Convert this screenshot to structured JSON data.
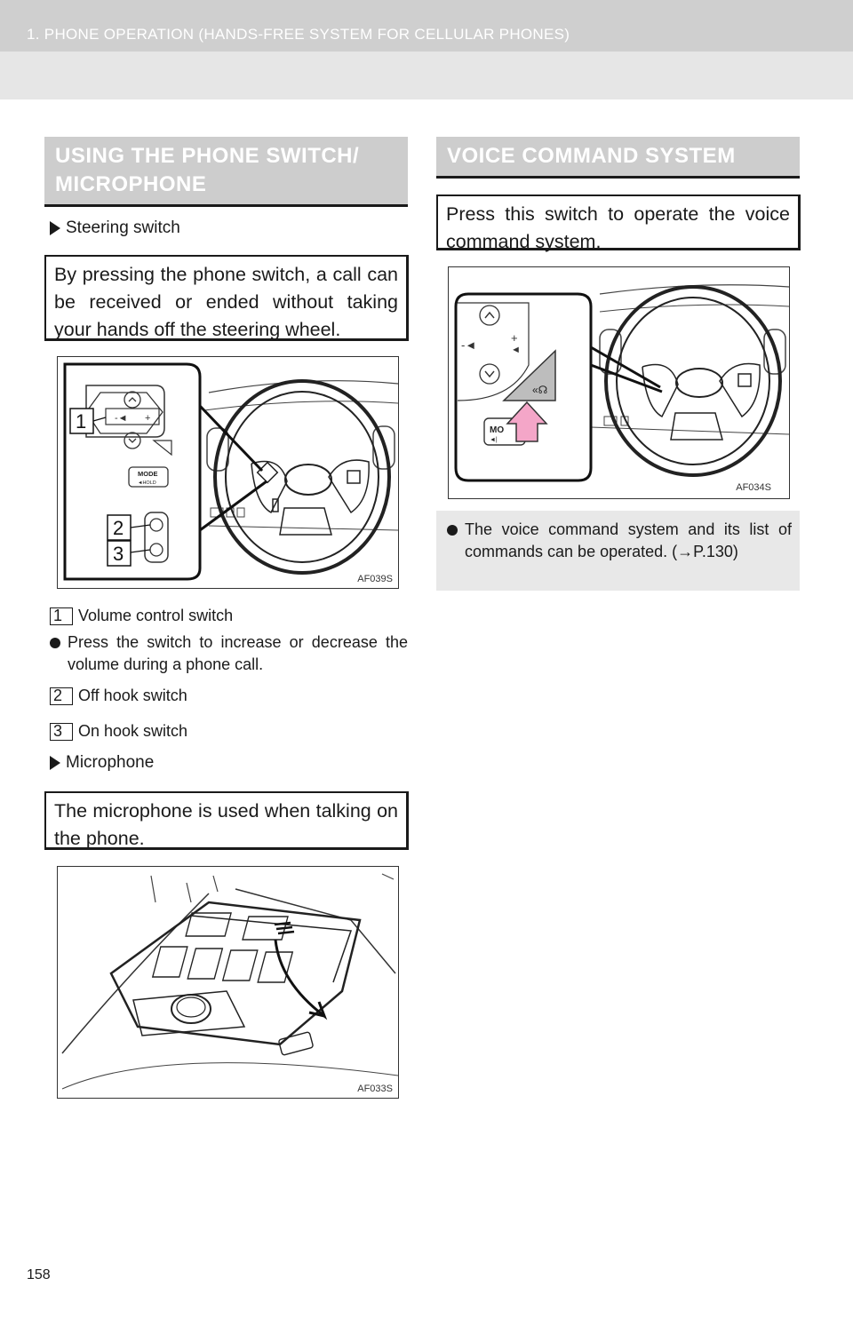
{
  "header": {
    "title": "1. PHONE OPERATION (HANDS-FREE SYSTEM FOR CELLULAR PHONES)"
  },
  "left": {
    "section_title_line1": "USING THE PHONE SWITCH/",
    "section_title_line2": "MICROPHONE",
    "steering_heading": "Steering switch",
    "steering_box": "By pressing the phone switch, a call can be received or ended without taking your hands off the steering wheel.",
    "figure1": {
      "code": "AF039S",
      "callouts": [
        "1",
        "2",
        "3"
      ],
      "panel_label_mode": "MODE",
      "panel_label_hold": "HOLD"
    },
    "items": [
      {
        "num": "1",
        "label": "Volume control switch"
      },
      {
        "num": "2",
        "label": "Off hook switch"
      },
      {
        "num": "3",
        "label": "On hook switch"
      }
    ],
    "volume_note": "Press the switch to increase or decrease the volume during a phone call.",
    "microphone_heading": "Microphone",
    "microphone_box": "The microphone is used when talking on the phone.",
    "figure2": {
      "code": "AF033S"
    }
  },
  "right": {
    "section_title": "VOICE COMMAND SYSTEM",
    "voice_box": "Press this switch to operate the voice command system.",
    "figure3": {
      "code": "AF034S",
      "panel_label": "MO"
    },
    "note": "The voice command system and its list of commands can be operated. (→P.130)"
  },
  "page_number": "158"
}
